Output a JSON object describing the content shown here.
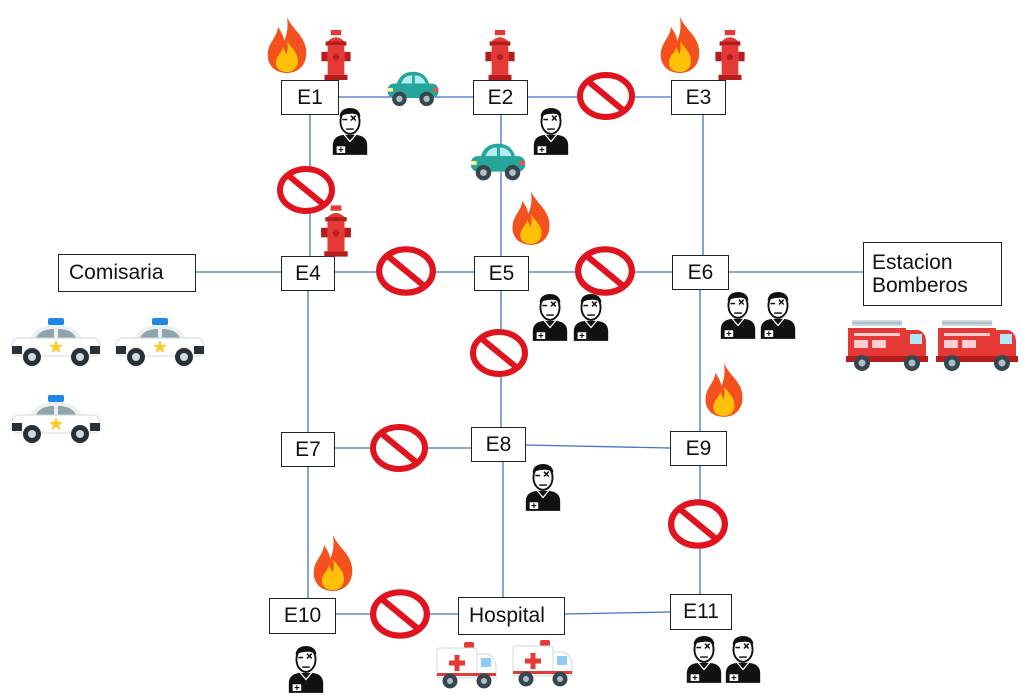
{
  "nodes": {
    "e1": "E1",
    "e2": "E2",
    "e3": "E3",
    "e4": "E4",
    "e5": "E5",
    "e6": "E6",
    "e7": "E7",
    "e8": "E8",
    "e9": "E9",
    "e10": "E10",
    "e11": "E11",
    "comisaria": "Comisaria",
    "hospital": "Hospital",
    "estacion_line1": "Estacion",
    "estacion_line2": "Bomberos"
  },
  "icons": {
    "fire": "fire-icon",
    "hydrant": "fire-hydrant-icon",
    "car": "car-icon",
    "blocked": "no-entry-icon",
    "injured": "injured-person-icon",
    "police": "police-car-icon",
    "firetruck": "fire-truck-icon",
    "ambulance": "ambulance-icon"
  },
  "colors": {
    "edge": "#4472c4",
    "blocked": "#e0141e",
    "fire_outer": "#f4511e",
    "fire_inner": "#ffc107",
    "hydrant": "#e53935",
    "car": "#26a69a",
    "police_light": "#1e88e5",
    "truck": "#e53935",
    "ambulance_cross": "#e53935"
  }
}
